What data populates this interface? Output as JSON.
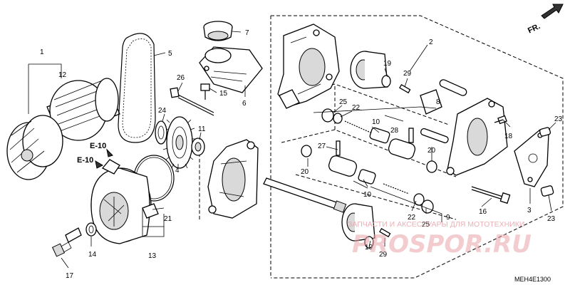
{
  "diagram_code": "MEH4E1300",
  "direction_label": "FR.",
  "engine_refs": [
    "E-10",
    "E-10"
  ],
  "watermark": {
    "caption": "ЗАПЧАСТИ И АКСЕССУАРЫ ДЛЯ МОТОТЕХНИКИ",
    "brand": "PROSPOR.RU"
  },
  "callouts": [
    "1",
    "12",
    "5",
    "26",
    "15",
    "7",
    "6",
    "2",
    "19",
    "29",
    "25",
    "22",
    "8",
    "10",
    "28",
    "23",
    "18",
    "24",
    "11",
    "4",
    "27",
    "20",
    "9",
    "21",
    "13",
    "14",
    "17",
    "16",
    "3",
    "23"
  ],
  "colors": {
    "lines": "#000000",
    "watermark": "#e8a2a8"
  }
}
